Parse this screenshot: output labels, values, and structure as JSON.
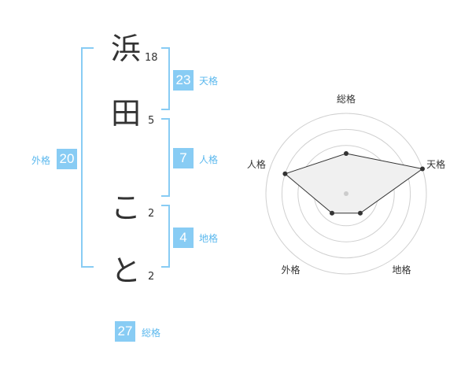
{
  "name_chars": [
    {
      "char": "浜",
      "strokes": "18"
    },
    {
      "char": "田",
      "strokes": "5"
    },
    {
      "char": "こ",
      "strokes": "2"
    },
    {
      "char": "と",
      "strokes": "2"
    }
  ],
  "scores": {
    "tenkaku": {
      "value": "23",
      "label": "天格"
    },
    "jinkaku": {
      "value": "7",
      "label": "人格"
    },
    "chikaku": {
      "value": "4",
      "label": "地格"
    },
    "gaikaku": {
      "value": "20",
      "label": "外格"
    },
    "soukaku": {
      "value": "27",
      "label": "総格"
    }
  },
  "colors": {
    "accent": "#88ccf4",
    "label": "#5bb8ee",
    "text": "#333333",
    "radar_fill": "#f0f0f0",
    "radar_grid": "#d0d0d0"
  },
  "chart_data": {
    "type": "radar",
    "axes": [
      "総格",
      "天格",
      "地格",
      "外格",
      "人格"
    ],
    "levels": 5,
    "values": [
      2.5,
      5,
      1.5,
      1.5,
      4
    ]
  }
}
